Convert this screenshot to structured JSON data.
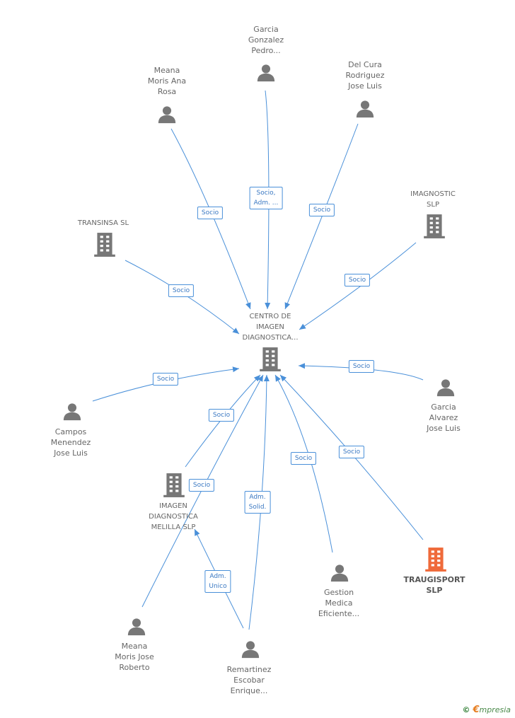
{
  "colors": {
    "edge": "#4a90d9",
    "person_icon": "#777777",
    "company_icon": "#777777",
    "highlight_icon": "#ef6a3a",
    "label_text": "#666666",
    "badge_text": "#3a78c2"
  },
  "nodes": {
    "center": {
      "type": "company",
      "lines": [
        "CENTRO DE",
        "IMAGEN",
        "DIAGNOSTICA..."
      ]
    },
    "garcia_gonzalez": {
      "type": "person",
      "lines": [
        "Garcia",
        "Gonzalez",
        "Pedro..."
      ]
    },
    "meana_ana": {
      "type": "person",
      "lines": [
        "Meana",
        "Moris Ana",
        "Rosa"
      ]
    },
    "del_cura": {
      "type": "person",
      "lines": [
        "Del Cura",
        "Rodriguez",
        "Jose Luis"
      ]
    },
    "imagnostic": {
      "type": "company",
      "lines": [
        "IMAGNOSTIC",
        "SLP"
      ]
    },
    "transinsa": {
      "type": "company",
      "lines": [
        "TRANSINSA SL"
      ]
    },
    "garcia_alvarez": {
      "type": "person",
      "lines": [
        "Garcia",
        "Alvarez",
        "Jose Luis"
      ]
    },
    "campos": {
      "type": "person",
      "lines": [
        "Campos",
        "Menendez",
        "Jose Luis"
      ]
    },
    "idm_melilla": {
      "type": "company",
      "lines": [
        "IMAGEN",
        "DIAGNOSTICA",
        "MELILLA SLP"
      ]
    },
    "traugisport": {
      "type": "company",
      "highlight": true,
      "lines": [
        "TRAUGISPORT",
        "SLP"
      ]
    },
    "gestion": {
      "type": "person",
      "lines": [
        "Gestion",
        "Medica",
        "Eficiente..."
      ]
    },
    "meana_jose": {
      "type": "person",
      "lines": [
        "Meana",
        "Moris Jose",
        "Roberto"
      ]
    },
    "remartinez": {
      "type": "person",
      "lines": [
        "Remartinez",
        "Escobar",
        "Enrique..."
      ]
    }
  },
  "edges": [
    {
      "from": "garcia_gonzalez",
      "to": "center",
      "label": [
        "Socio,",
        "Adm. ..."
      ]
    },
    {
      "from": "meana_ana",
      "to": "center",
      "label": [
        "Socio"
      ]
    },
    {
      "from": "del_cura",
      "to": "center",
      "label": [
        "Socio"
      ]
    },
    {
      "from": "imagnostic",
      "to": "center",
      "label": [
        "Socio"
      ]
    },
    {
      "from": "transinsa",
      "to": "center",
      "label": [
        "Socio"
      ]
    },
    {
      "from": "garcia_alvarez",
      "to": "center",
      "label": [
        "Socio"
      ]
    },
    {
      "from": "campos",
      "to": "center",
      "label": [
        "Socio"
      ]
    },
    {
      "from": "idm_melilla",
      "to": "center",
      "label": [
        "Socio"
      ]
    },
    {
      "from": "meana_jose",
      "to": "center",
      "label": [
        "Socio"
      ]
    },
    {
      "from": "remartinez",
      "to": "center",
      "label": [
        "Adm.",
        "Solid."
      ]
    },
    {
      "from": "gestion",
      "to": "center",
      "label": [
        "Socio"
      ]
    },
    {
      "from": "traugisport",
      "to": "center",
      "label": [
        "Socio"
      ]
    },
    {
      "from": "remartinez",
      "to": "idm_melilla",
      "label": [
        "Adm.",
        "Unico"
      ]
    }
  ],
  "brand": {
    "copyright": "©",
    "initial": "€",
    "rest": "mpresia"
  }
}
